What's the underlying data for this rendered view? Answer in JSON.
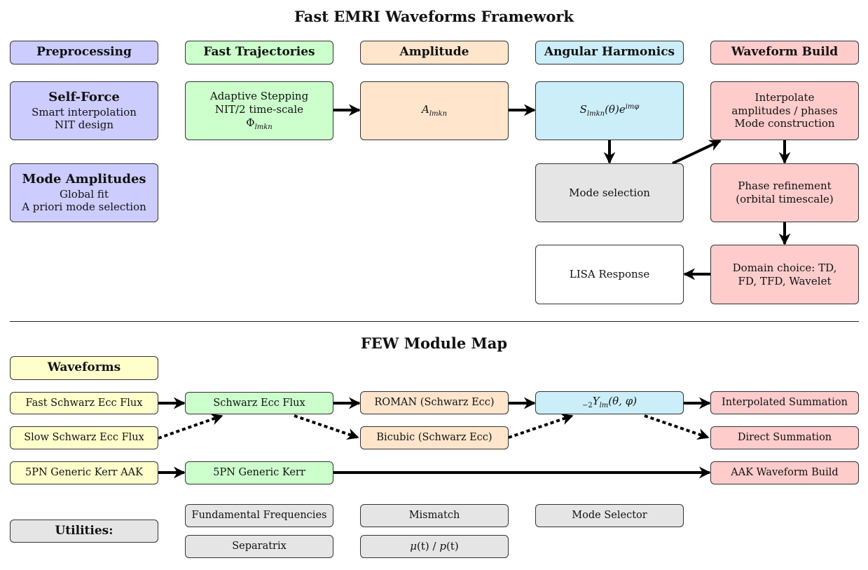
{
  "top": {
    "title": "Fast EMRI Waveforms Framework",
    "headers": {
      "preprocessing": "Preprocessing",
      "fast_trajectories": "Fast Trajectories",
      "amplitude": "Amplitude",
      "angular_harmonics": "Angular Harmonics",
      "waveform_build": "Waveform Build"
    },
    "self_force": {
      "title": "Self-Force",
      "lines": [
        "Smart interpolation",
        "NIT design"
      ]
    },
    "mode_amplitudes": {
      "title": "Mode Amplitudes",
      "lines": [
        "Global fit",
        "A priori mode selection"
      ]
    },
    "trajectory": {
      "lines": [
        "Adaptive Stepping",
        "NIT/2 time-scale"
      ],
      "phase_symbol": "Φ",
      "phase_sub": "lmkn"
    },
    "amplitude_formula": {
      "symbol": "A",
      "sub": "lmkn"
    },
    "harmonics_formula": {
      "symbol": "S",
      "sub": "lmkn",
      "arg": "(θ)e",
      "sup": "imφ"
    },
    "interpolate": {
      "lines": [
        "Interpolate",
        "amplitudes / phases",
        "Mode construction"
      ]
    },
    "mode_selection": "Mode selection",
    "phase_refinement": {
      "lines": [
        "Phase refinement",
        "(orbital timescale)"
      ]
    },
    "domain_choice": {
      "lines": [
        "Domain choice:  TD,",
        "FD, TFD, Wavelet"
      ]
    },
    "lisa_response": "LISA Response"
  },
  "bottom": {
    "title": "FEW Module Map",
    "waveforms_header": "Waveforms",
    "rows": {
      "fast_schwarz_ecc_flux": "Fast Schwarz Ecc Flux",
      "slow_schwarz_ecc_flux": "Slow Schwarz Ecc Flux",
      "pn5_generic_kerr_aak": "5PN Generic Kerr AAK",
      "schwarz_ecc_flux": "Schwarz Ecc Flux",
      "pn5_generic_kerr": "5PN Generic Kerr",
      "roman": "ROMAN (Schwarz Ecc)",
      "bicubic": "Bicubic (Schwarz Ecc)",
      "ylm": {
        "pre": "−2",
        "symbol": "Y",
        "sub": "lm",
        "arg": "(θ, φ)"
      },
      "interpolated_summation": "Interpolated Summation",
      "direct_summation": "Direct Summation",
      "aak_waveform_build": "AAK Waveform Build"
    },
    "utilities": {
      "label": "Utilities:",
      "items": [
        "Fundamental Frequencies",
        "Mismatch",
        "Mode Selector",
        "Separatrix"
      ],
      "mu_p": {
        "mu": "μ",
        "t1": "(t)",
        "slash": " / ",
        "p": "p",
        "t2": "(t)"
      }
    }
  }
}
